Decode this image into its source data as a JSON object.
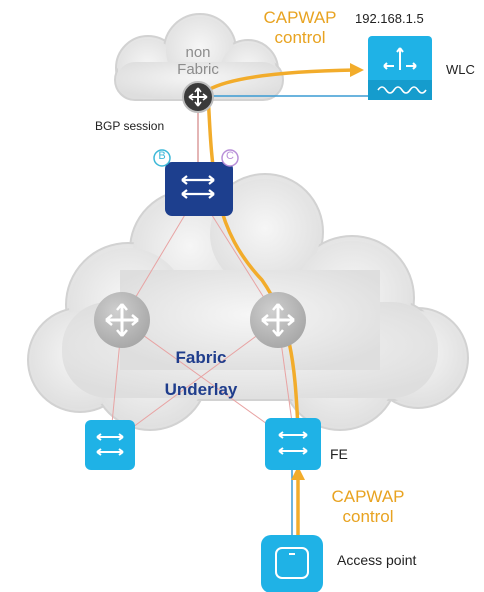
{
  "labels": {
    "capwap_top_line1": "CAPWAP",
    "capwap_top_line2": "control",
    "wlc_ip": "192.168.1.5",
    "wlc": "WLC",
    "non_fabric_line1": "non",
    "non_fabric_line2": "Fabric",
    "bgp_session": "BGP session",
    "border_b": "B",
    "border_c": "C",
    "fabric_underlay_line1": "Fabric",
    "fabric_underlay_line2": "Underlay",
    "fe": "FE",
    "capwap_bottom_line1": "CAPWAP",
    "capwap_bottom_line2": "control",
    "access_point": "Access point"
  },
  "colors": {
    "capwap_path": "#f2ac2b",
    "cyan_device": "#1fb2e6",
    "border_node": "#1d3f8e",
    "router_gray": "#b3b3b3",
    "cloud_fill": "#ececec",
    "link_red": "#e8a3a3",
    "label_blue": "#1f3d8c"
  },
  "icons": {
    "wlc": "wireless-controller-icon",
    "control_plane_router": "router-icon",
    "border_node": "switch-icon",
    "underlay_routers": "router-icon",
    "edge_switches": "switch-icon",
    "access_point": "access-point-icon"
  }
}
